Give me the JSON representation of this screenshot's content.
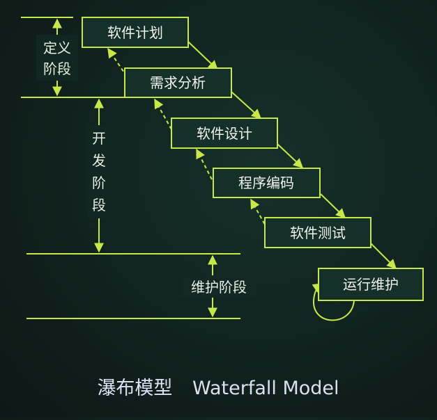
{
  "colors": {
    "line": "#c6e84a",
    "box_fill": "#143029",
    "box_text": "#f2f2ee",
    "label_text": "#e6efe2",
    "title_text": "#d9e1f2"
  },
  "phases": [
    {
      "id": "definition",
      "label_lines": [
        "定义",
        "阶段"
      ]
    },
    {
      "id": "development",
      "label_lines": [
        "开",
        "发",
        "阶",
        "段"
      ]
    },
    {
      "id": "maintenance",
      "label_lines": [
        "维护阶段"
      ]
    }
  ],
  "steps": [
    {
      "id": "plan",
      "label": "软件计划"
    },
    {
      "id": "analysis",
      "label": "需求分析"
    },
    {
      "id": "design",
      "label": "软件设计"
    },
    {
      "id": "coding",
      "label": "程序编码"
    },
    {
      "id": "testing",
      "label": "软件测试"
    },
    {
      "id": "maintain",
      "label": "运行维护"
    }
  ],
  "caption": {
    "zh": "瀑布模型",
    "en": "Waterfall Model"
  }
}
